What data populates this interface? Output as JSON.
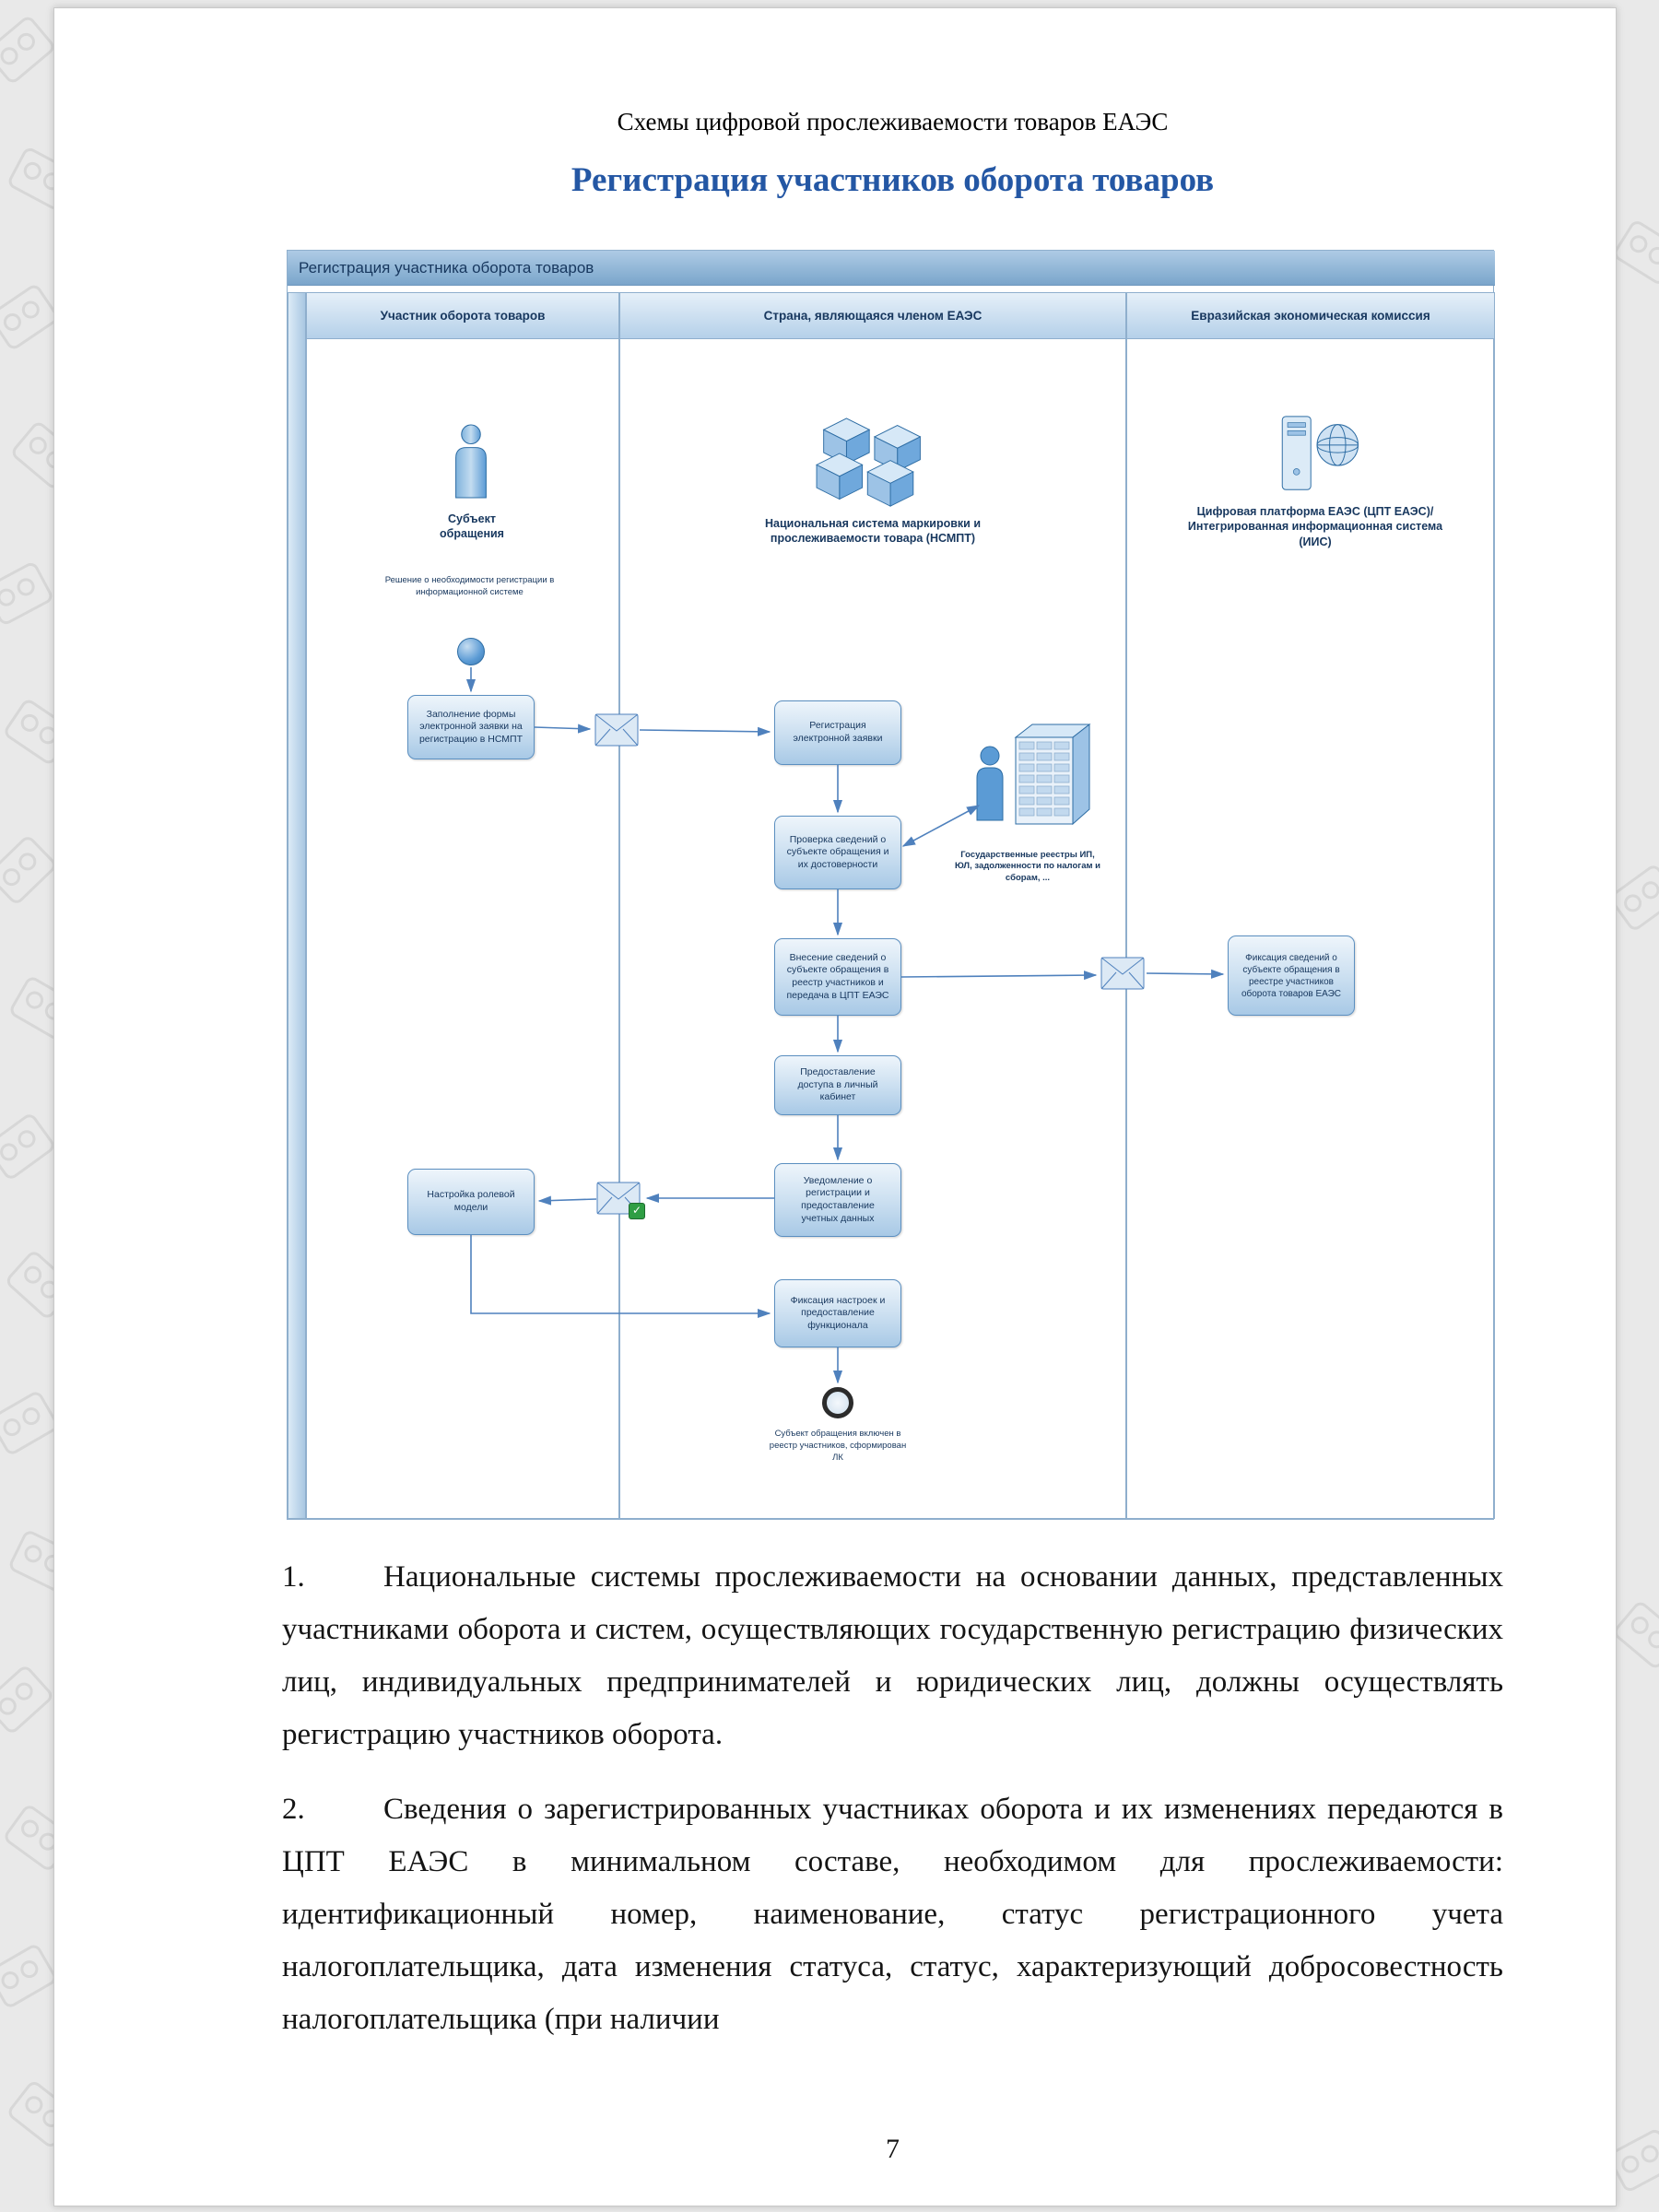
{
  "page": {
    "header": "Схемы цифровой прослеживаемости товаров ЕАЭС",
    "title": "Регистрация участников оборота товаров",
    "page_number": "7"
  },
  "diagram": {
    "pool_title": "Регистрация участника оборота товаров",
    "lanes": {
      "participant": "Участник оборота товаров",
      "country": "Страна, являющаяся членом ЕАЭС",
      "commission": "Евразийская экономическая комиссия"
    },
    "actors": {
      "subject": "Субъект обращения",
      "nsmpt": "Национальная система маркировки и прослеживаемости товара (НСМПТ)",
      "registries": "Государственные реестры ИП, ЮЛ, задолженности по налогам и сборам, ...",
      "platform": "Цифровая платформа ЕАЭС (ЦПТ ЕАЭС)/ Интегрированная информационная система (ИИС)"
    },
    "nodes": {
      "decision_note": "Решение о необходимости регистрации в информационной системе",
      "fill_form": "Заполнение формы электронной заявки на регистрацию в НСМПТ",
      "register_application": "Регистрация электронной заявки",
      "verify_info": "Проверка сведений о субъекте обращения и их достоверности",
      "enter_registry": "Внесение сведений о субъекте обращения в реестр участников и передача в ЦПТ ЕАЭС",
      "fix_eec": "Фиксация сведений о субъекте обращения в реестре участников оборота товаров ЕАЭС",
      "provide_access": "Предоставление доступа в личный кабинет",
      "notify": "Уведомление о регистрации и предоставление учетных данных",
      "role_model": "Настройка ролевой модели",
      "fix_settings": "Фиксация настроек и предоставление функционала",
      "end_note": "Субъект обращения включен в реестр участников, сформирован ЛК"
    }
  },
  "body": {
    "para1_num": "1.",
    "para1_text": "Национальные системы прослеживаемости на основании данных, представленных участниками оборота и систем, осуществляющих государственную регистрацию физических лиц, индивидуальных предпринимателей и юридических лиц, должны осуществлять регистрацию участников оборота.",
    "para2_num": "2.",
    "para2_text": "Сведения о зарегистрированных участниках оборота и их изменениях передаются в ЦПТ ЕАЭС в минимальном составе, необходимом для прослеживаемости: идентификационный номер, наименование, статус регистрационного учета налогоплательщика, дата изменения статуса, статус, характеризующий добросовестность налогоплательщика (при наличии"
  },
  "colors": {
    "title_blue": "#2457a4",
    "diagram_border": "#8fafcd",
    "node_border": "#5b8fc0",
    "node_text": "#17375e",
    "arrow_blue": "#4f81bd",
    "check_green": "#2f9e44"
  }
}
